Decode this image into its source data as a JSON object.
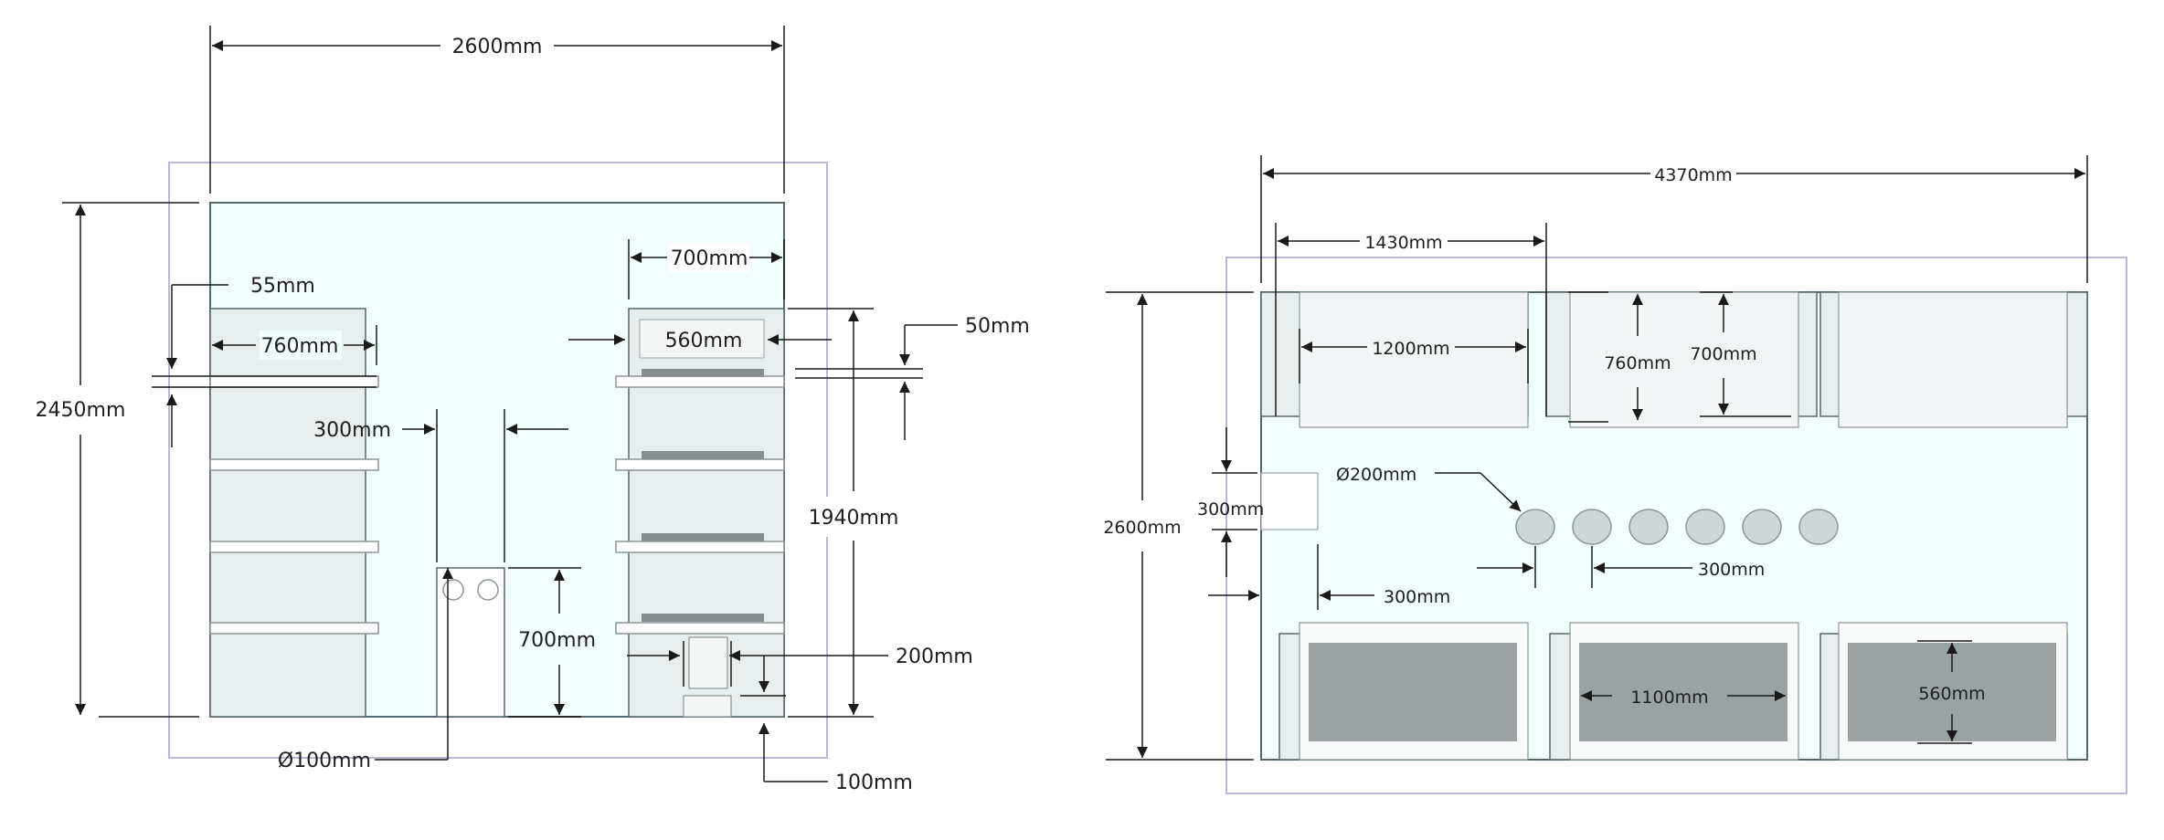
{
  "colors": {
    "room_fill": "#f2fdfd",
    "room_stroke": "#55686f",
    "frame_stroke": "#b8b8dc",
    "panel_fill": "#e8edee",
    "slot_fill": "#ffffff",
    "block_fill": "#9aa2a4",
    "shelf_bar": "#878e90",
    "dim_line": "#1a1a1a",
    "hole_fill": "#cfd6d7"
  },
  "front_view": {
    "width": "2600mm",
    "height": "2450mm",
    "shelf_spacing": "55mm",
    "shelf_width": "760mm",
    "passage": "300mm",
    "door_height": "700mm",
    "drain": "Ø100mm",
    "unit_width": "700mm",
    "unit_inner": "560mm",
    "unit_height": "1940mm",
    "gap_top": "50mm",
    "bottom_slot": "200mm",
    "bottom_offset": "100mm"
  },
  "plan_view": {
    "width": "4370mm",
    "depth": "2600mm",
    "bay": "1430mm",
    "shelf": "1200mm",
    "shelf_depth": "760mm",
    "shelf_depth_inner": "700mm",
    "pipe": "Ø200mm",
    "wall_gap": "300mm",
    "side_offset": "300mm",
    "pipe_spacing": "300mm",
    "tank_width": "1100mm",
    "tank_depth": "560mm"
  }
}
